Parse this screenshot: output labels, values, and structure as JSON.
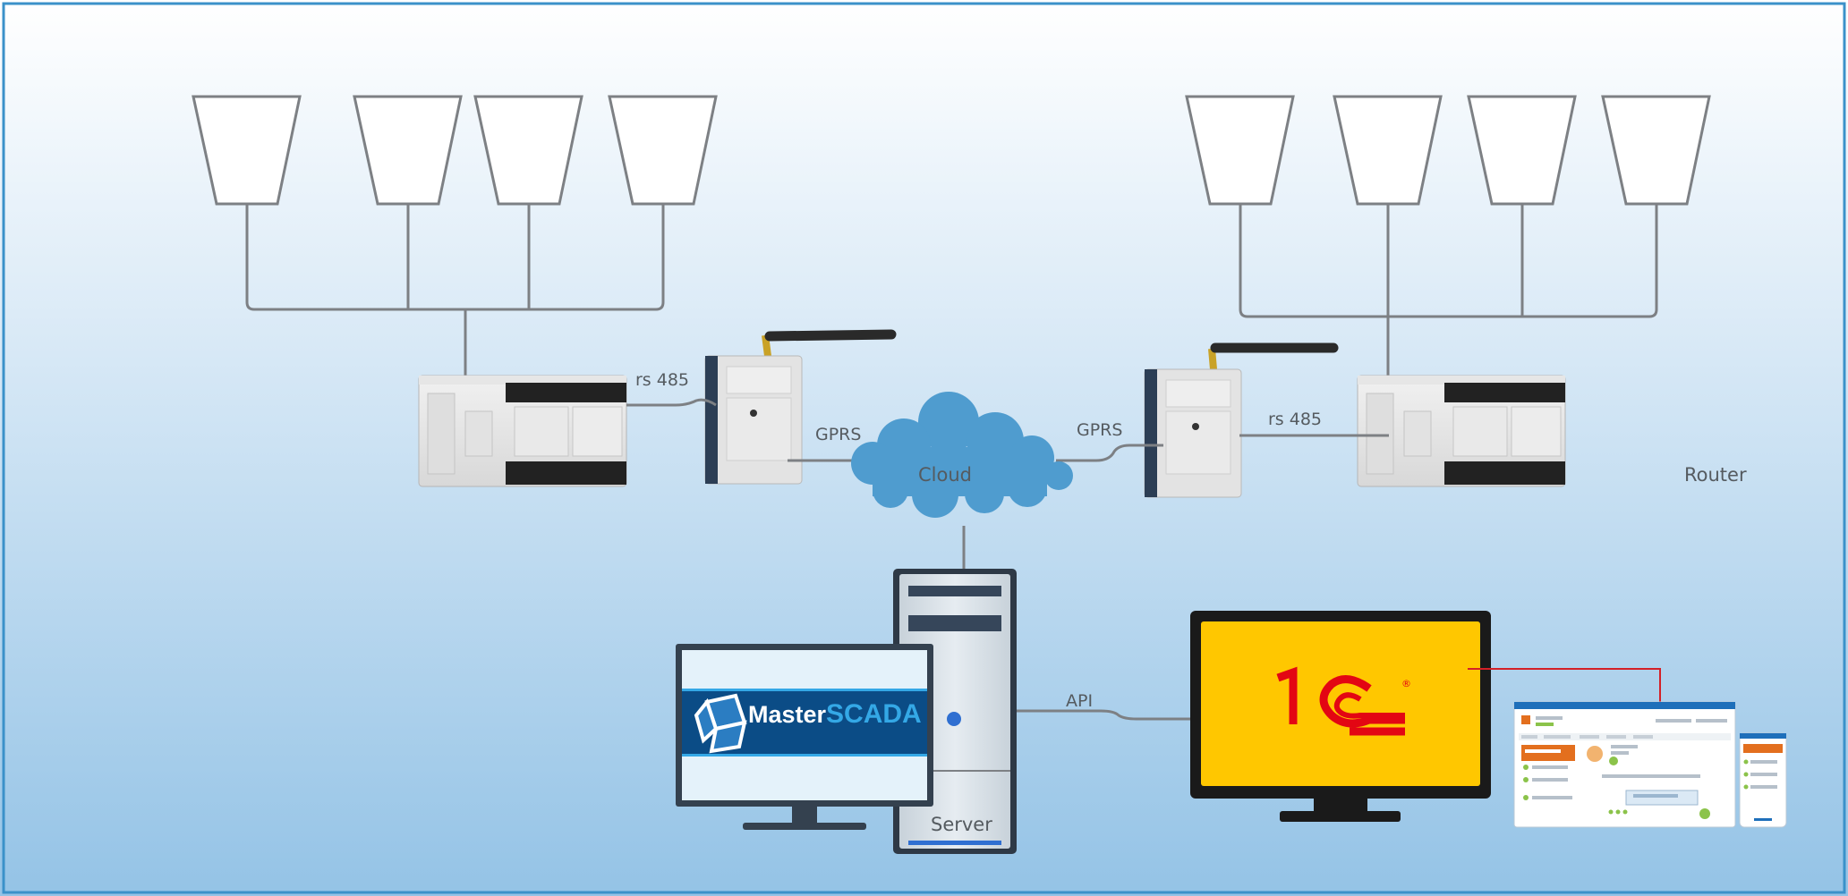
{
  "labels": {
    "rs485_left": "rs 485",
    "rs485_right": "rs 485",
    "gprs_left": "GPRS",
    "gprs_right": "GPRS",
    "cloud": "Cloud",
    "router": "Router",
    "api": "API",
    "server": "Server"
  },
  "logos": {
    "masterscada_part1": "Master",
    "masterscada_part2": "SCADA",
    "onec": "1С"
  },
  "colors": {
    "background_top": "#ffffff",
    "background_bottom": "#94c3e6",
    "frame": "#3b91c9",
    "wire": "#7d8084",
    "cloud": "#4f9ccf",
    "onec_screen": "#ffc700",
    "onec_logo": "#e30613",
    "scada_banner": "#0b4c86",
    "scada_accent": "#34a8e6"
  }
}
